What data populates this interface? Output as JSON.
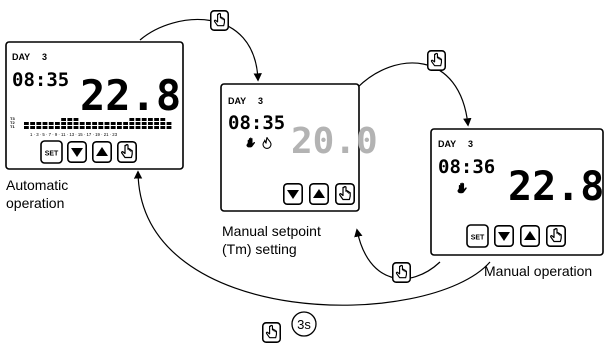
{
  "screens": {
    "automatic": {
      "day_label": "DAY",
      "day_num": "3",
      "time": "08:35",
      "temp": "22.8",
      "hour_ticks": "1 · 3 · 5 · 7 · 9 · 11 · 13 · 15 · 17 · 19 · 21 · 23",
      "levels": [
        "T3",
        "T2",
        "T1"
      ],
      "buttons": {
        "set": "SET"
      },
      "caption_line1": "Automatic",
      "caption_line2": "operation"
    },
    "manual_setpoint": {
      "day_label": "DAY",
      "day_num": "3",
      "time": "08:35",
      "temp": "20.0",
      "caption_line1": "Manual setpoint",
      "caption_line2": "(Tm) setting"
    },
    "manual_operation": {
      "day_label": "DAY",
      "day_num": "3",
      "time": "08:36",
      "temp": "22.8",
      "buttons": {
        "set": "SET"
      },
      "caption_line1": "Manual operation"
    }
  },
  "transitions": {
    "hold_label": "3s"
  },
  "colors": {
    "line": "#000000",
    "dim_digits": "#b3b3b3",
    "icon_bg": "#ffffff"
  },
  "icons": [
    "hand-press-icon",
    "hand-mode-icon",
    "flame-icon",
    "down-arrow-icon",
    "up-arrow-icon"
  ]
}
